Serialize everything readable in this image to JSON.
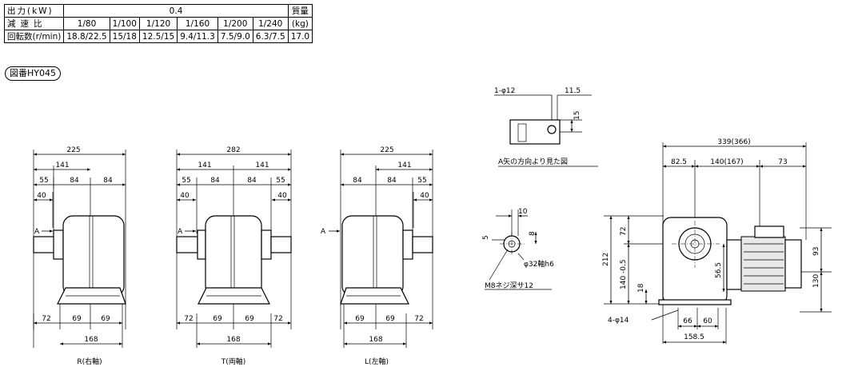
{
  "spec_table": {
    "output_label": "出力(kW)",
    "output_value": "0.4",
    "mass_label": "質量",
    "mass_unit": "(kg)",
    "mass_value": "17.0",
    "ratio_label": "減速比",
    "speed_label": "回転数(r/min)",
    "ratios": [
      "1/80",
      "1/100",
      "1/120",
      "1/160",
      "1/200",
      "1/240"
    ],
    "speeds": [
      "18.8/22.5",
      "15/18",
      "12.5/15",
      "9.4/11.3",
      "7.5/9.0",
      "6.3/7.5"
    ]
  },
  "figure_number": "図番HY045",
  "views": {
    "R": {
      "caption": "R(右軸)",
      "dims_top": [
        "225",
        "141",
        "55",
        "84",
        "84",
        "40"
      ],
      "dims_bottom": [
        "72",
        "69",
        "69",
        "168"
      ],
      "arrow_label": "A"
    },
    "T": {
      "caption": "T(両軸)",
      "dims_top": [
        "282",
        "141",
        "141",
        "55",
        "84",
        "84",
        "55",
        "40",
        "40"
      ],
      "dims_bottom": [
        "72",
        "69",
        "69",
        "72",
        "168"
      ],
      "arrow_label": "A"
    },
    "L": {
      "caption": "L(左軸)",
      "dims_top": [
        "225",
        "141",
        "84",
        "84",
        "55",
        "40"
      ],
      "dims_bottom": [
        "69",
        "69",
        "72",
        "168"
      ],
      "arrow_label": "A"
    }
  },
  "arrow_view": {
    "caption": "A矢の方向より見た図",
    "hole_label": "1-φ12",
    "dim_11_5": "11.5",
    "dim_15": "15"
  },
  "shaft_detail": {
    "dim_10": "10",
    "dim_5": "5",
    "dim_8": "8",
    "shaft_label": "φ32軸h6",
    "tap_label": "M8ネジ深サ12"
  },
  "side_view": {
    "dim_overall": "339(366)",
    "dim_82_5": "82.5",
    "dim_140": "140(167)",
    "dim_73": "73",
    "dim_212": "212",
    "dim_72": "72",
    "dim_140_tol": "140 -0.5",
    "dim_18": "18",
    "dim_56_5": "56.5",
    "dim_93": "93",
    "dim_130": "130",
    "holes_label": "4-φ14",
    "dim_66": "66",
    "dim_60": "60",
    "dim_158_5": "158.5"
  }
}
